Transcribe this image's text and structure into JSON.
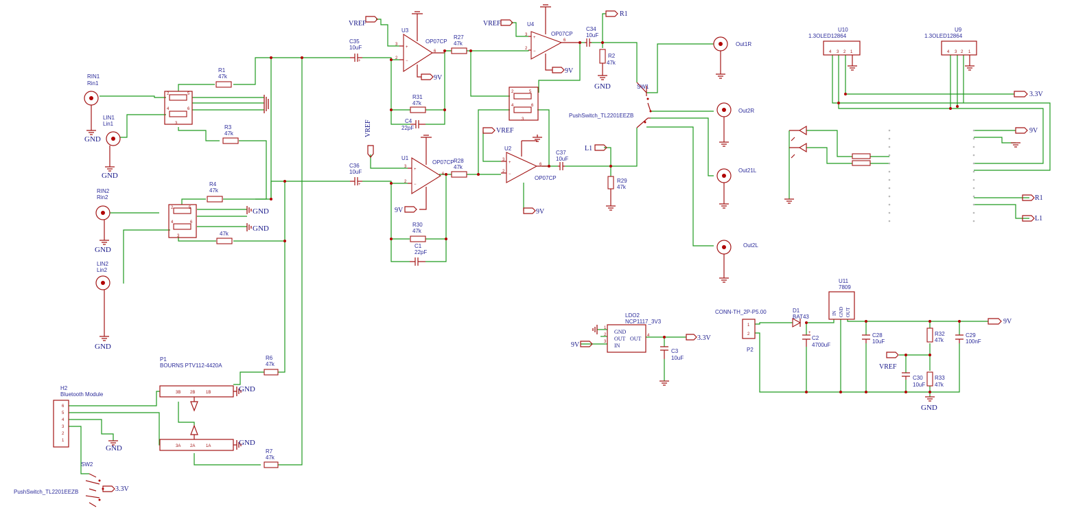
{
  "schematic": {
    "parts": {
      "rin1": {
        "ref": "RIN1",
        "val": "Rin1"
      },
      "lin1": {
        "ref": "LIN1",
        "val": "Lin1"
      },
      "rin2": {
        "ref": "RIN2",
        "val": "Rin2"
      },
      "lin2": {
        "ref": "LIN2",
        "val": "Lin2"
      },
      "r1": {
        "ref": "R1",
        "val": "47k"
      },
      "r3": {
        "ref": "R3",
        "val": "47k"
      },
      "r4": {
        "ref": "R4",
        "val": "47k"
      },
      "r5v": {
        "val": "47k"
      },
      "r6": {
        "ref": "R6",
        "val": "47k"
      },
      "r7": {
        "ref": "R7",
        "val": "47k"
      },
      "c35": {
        "ref": "C35",
        "val": "10uF"
      },
      "c36": {
        "ref": "C36",
        "val": "10uF"
      },
      "u3": {
        "ref": "U3",
        "val": "OP07CP"
      },
      "u1": {
        "ref": "U1",
        "val": "OP07CP"
      },
      "u4": {
        "ref": "U4",
        "val": "OP07CP"
      },
      "u2": {
        "ref": "U2",
        "val": "OP07CP"
      },
      "r27": {
        "ref": "R27",
        "val": "47k"
      },
      "r28": {
        "ref": "R28",
        "val": "47k"
      },
      "r31": {
        "ref": "R31",
        "val": "47k"
      },
      "r30": {
        "ref": "R30",
        "val": "47k"
      },
      "c4": {
        "ref": "C4",
        "val": "22pF"
      },
      "c1": {
        "ref": "C1",
        "val": "22pF"
      },
      "c34": {
        "ref": "C34",
        "val": "10uF"
      },
      "c37": {
        "ref": "C37",
        "val": "10uF"
      },
      "r2": {
        "ref": "R2",
        "val": "47k"
      },
      "r29": {
        "ref": "R29",
        "val": "47k"
      },
      "sw1": {
        "ref": "SW1",
        "val": "PushSwitch_TL2201EEZB"
      },
      "sw2": {
        "ref": "SW2",
        "val": "PushSwitch_TL2201EEZB"
      },
      "p1": {
        "ref": "P1",
        "val": "BOURNS PTV112-4420A"
      },
      "h2": {
        "ref": "H2",
        "val": "Bluetooth Module"
      },
      "out1r": {
        "ref": "Out1R"
      },
      "out2r": {
        "ref": "Out2R"
      },
      "out21l": {
        "ref": "Out21L"
      },
      "out2l": {
        "ref": "Out2L"
      },
      "u10": {
        "ref": "U10",
        "val": "1.3OLED12864"
      },
      "u9": {
        "ref": "U9",
        "val": "1.3OLED12864"
      },
      "ldo2": {
        "ref": "LDO2",
        "val": "NCP1117_3V3"
      },
      "c3": {
        "ref": "C3",
        "val": "10uF"
      },
      "u11": {
        "ref": "U11",
        "val": "7809"
      },
      "d1": {
        "ref": "D1",
        "val": "BAT43"
      },
      "c2": {
        "ref": "C2",
        "val": "4700uF"
      },
      "c28": {
        "ref": "C28",
        "val": "10uF"
      },
      "c29": {
        "ref": "C29",
        "val": "100nF"
      },
      "c30": {
        "ref": "C30",
        "val": "10uF"
      },
      "r32": {
        "ref": "R32",
        "val": "47k"
      },
      "r33": {
        "ref": "R33",
        "val": "47k"
      },
      "p2": {
        "ref": "P2",
        "val": "CONN-TH_2P-P5.00"
      }
    },
    "nets": {
      "gnd": "GND",
      "vref": "VREF",
      "v9": "9V",
      "v33": "3.3V",
      "r1": "R1",
      "l1": "L1"
    },
    "ldo_pins": {
      "gnd": "GND",
      "out1": "OUT",
      "out2": "OUT",
      "in": "IN"
    },
    "reg_pins": {
      "in": "IN",
      "gnd": "GND",
      "out": "OUT"
    }
  }
}
